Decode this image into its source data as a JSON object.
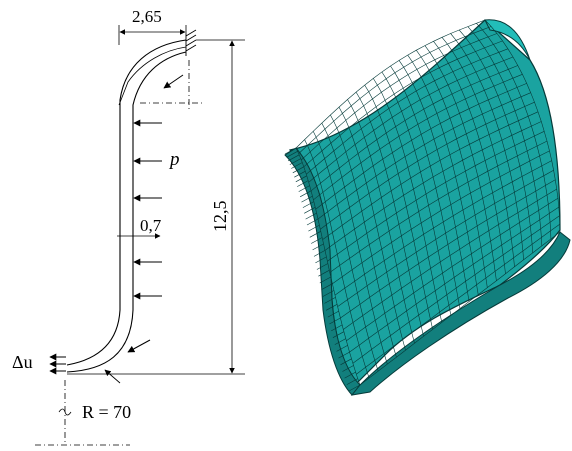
{
  "left_figure": {
    "dim_width": "2,65",
    "dim_height": "12,5",
    "dim_thickness": "0,7",
    "label_pressure": "p",
    "label_displacement": "Δu",
    "label_radius": "R = 70"
  },
  "colors": {
    "line": "#000000",
    "mesh_fill": "#1aa3a0",
    "mesh_fill_dark": "#127f7d",
    "mesh_fill_light": "#22bdb9",
    "mesh_lines": "#063b3a"
  }
}
